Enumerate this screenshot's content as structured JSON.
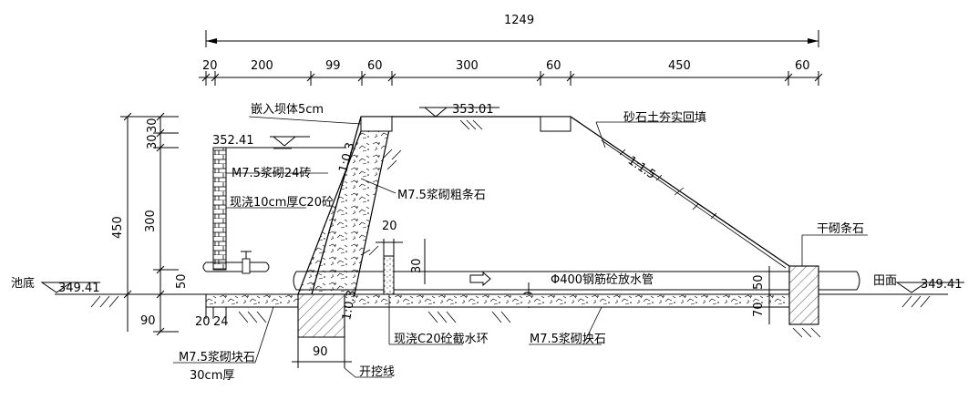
{
  "dimensions": {
    "total": "1249",
    "segments": [
      "20",
      "200",
      "99",
      "60",
      "300",
      "60",
      "450",
      "60"
    ],
    "left_heights": [
      "30",
      "30",
      "450",
      "300",
      "50",
      "90"
    ],
    "left_small": [
      "20",
      "24"
    ],
    "trench_width": "90",
    "cutoff_ring_width": "20",
    "cutoff_ring_height": "30",
    "pipe_bed_thickness": "30",
    "pipe_height_right": "50",
    "right_found": "70"
  },
  "levels": {
    "crest": "353.01",
    "water": "352.41",
    "pond_bottom": "349.41",
    "field": "349.41"
  },
  "labels": {
    "pond_bottom": "池底",
    "field": "田面",
    "embed": "嵌入坝体5cm",
    "brick_wall": "M7.5浆砌24砖",
    "cast_concrete": "现浇10cm厚C20砼",
    "coarse_stone": "M7.5浆砌粗条石",
    "backfill": "砂石土夯实回填",
    "slope_up": "1:0.3",
    "slope_down": "1:1.5",
    "slope_trench": "1:0.3",
    "dry_stone": "干砌条石",
    "pipe": "Φ400钢筋砼放水管",
    "block_stone_left": "M7.5浆砌块石",
    "block_stone_left_thick": "30cm厚",
    "block_stone_right": "M7.5浆砌块石",
    "cutoff_ring": "现浇C20砼截水环",
    "excavation": "开挖线"
  }
}
